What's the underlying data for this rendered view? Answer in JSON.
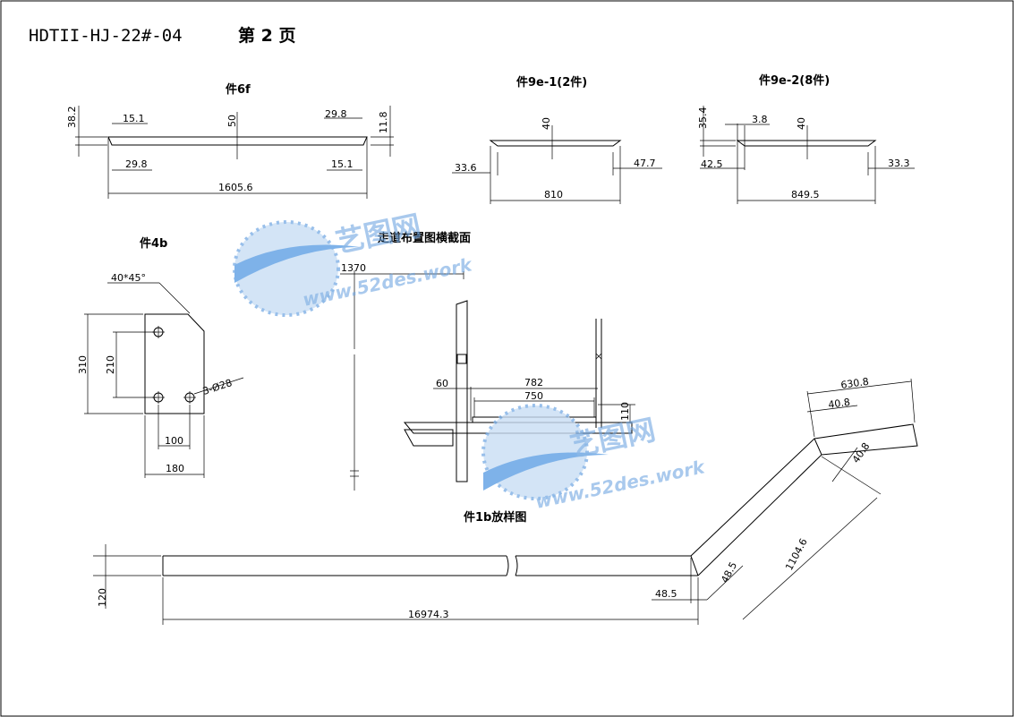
{
  "header": {
    "drawing_no": "HDTII-HJ-22#-04",
    "page": "第 2 页"
  },
  "part_6f": {
    "title": "件6f",
    "dims": [
      "38.2",
      "15.1",
      "50",
      "29.8",
      "11.8",
      "29.8",
      "15.1",
      "1605.6"
    ]
  },
  "part_9e1": {
    "title": "件9e-1(2件)",
    "dims": [
      "40",
      "33.6",
      "47.7",
      "810"
    ]
  },
  "part_9e2": {
    "title": "件9e-2(8件)",
    "dims": [
      "35.4",
      "3.8",
      "40",
      "42.5",
      "33.3",
      "849.5"
    ]
  },
  "part_4b": {
    "title": "件4b",
    "dims": [
      "40*45°",
      "310",
      "210",
      "3-Ø28",
      "100",
      "180"
    ]
  },
  "walkway": {
    "title": "走道布置图横截面",
    "dims": [
      "1370",
      "60",
      "782",
      "750",
      "110"
    ]
  },
  "part_1b": {
    "title": "件1b放样图",
    "dims": [
      "120",
      "16974.3",
      "48.5",
      "48.5",
      "1104.6",
      "630.8",
      "40.8",
      "40.8"
    ]
  },
  "watermark": {
    "brand": "艺图网",
    "url": "www.52des.work"
  }
}
